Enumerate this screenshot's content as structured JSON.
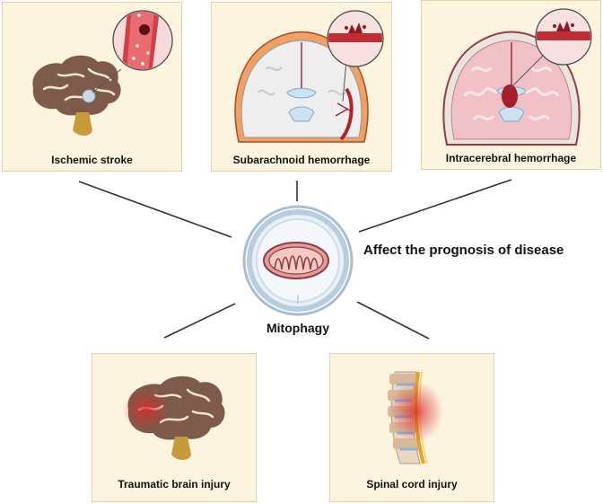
{
  "center": {
    "label": "Mitophagy",
    "side_label": "Affect the prognosis of disease"
  },
  "diseases": [
    {
      "label": "Ischemic stroke"
    },
    {
      "label": "Subarachnoid hemorrhage"
    },
    {
      "label": "Intracerebral hemorrhage"
    },
    {
      "label": "Traumatic brain injury"
    },
    {
      "label": "Spinal cord injury"
    }
  ],
  "colors": {
    "panel_fill": "#fcf4df",
    "panel_border": "#e3d2a6",
    "brain": "#7d5a4a",
    "brain_stem": "#c79a3b",
    "blood": "#c0282d",
    "mito_fill": "#e39a98",
    "mito_outline": "#8c3c43",
    "cell_ring": "#b9cde0"
  }
}
